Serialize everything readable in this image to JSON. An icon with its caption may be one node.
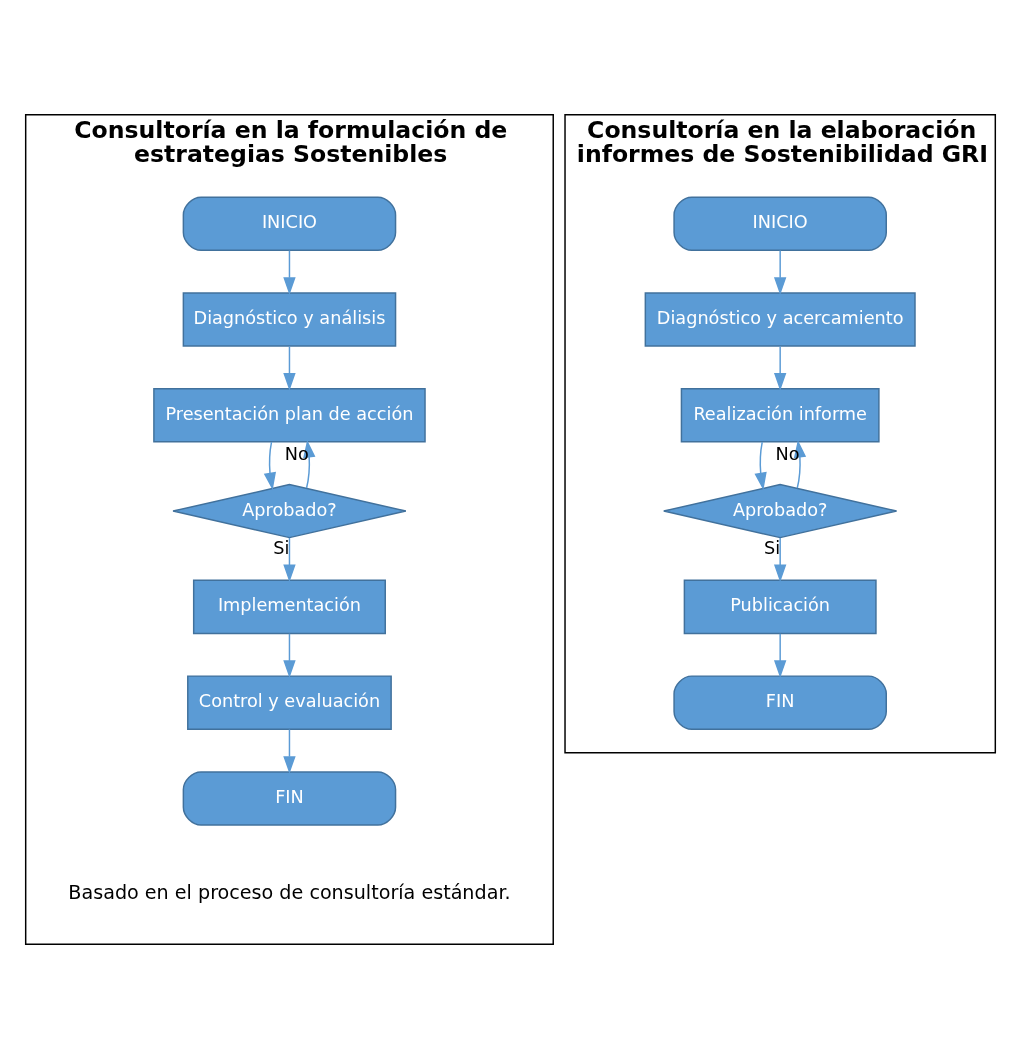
{
  "diagram": {
    "nodes": [
      {
        "text": [
          "Consultoría en la formulación de estrategias Sostenibles"
        ]
      },
      {
        "text": [
          "INICIO"
        ],
        "in": 0
      },
      {
        "text": [
          "Diagnóstico y análisis"
        ],
        "in": 0
      },
      {
        "text": [
          "Presentación plan de acción"
        ],
        "in": 0
      },
      {
        "text": [
          "Aprobado?"
        ],
        "in": 0
      },
      {
        "text": [
          "Implementación"
        ],
        "in": 0
      },
      {
        "text": [
          "Control y evaluación"
        ],
        "in": 0
      },
      {
        "text": [
          "FIN"
        ],
        "in": 0
      },
      {
        "text": [
          "Consultoría en la elaboración informes de Sostenibilidad GRI"
        ]
      },
      {
        "text": [
          "INICIO"
        ],
        "in": 8
      },
      {
        "text": [
          "Diagnóstico y acercamiento"
        ],
        "in": 8
      },
      {
        "text": [
          "Realización informe"
        ],
        "in": 8
      },
      {
        "text": [
          "Aprobado?"
        ],
        "in": 8
      },
      {
        "text": [
          "Publicación"
        ],
        "in": 8
      },
      {
        "text": [
          "FIN"
        ],
        "in": 8
      }
    ],
    "edges": [
      {
        "from": 1,
        "to": 2,
        "arrow": "to"
      },
      {
        "from": 2,
        "to": 3,
        "arrow": "to"
      },
      {
        "from": 3,
        "to": 4,
        "arrow": "to"
      },
      {
        "from": 4,
        "to": 3,
        "arrow": "to",
        "label": "No"
      },
      {
        "from": 4,
        "to": 5,
        "arrow": "to",
        "label": "Si"
      },
      {
        "from": 5,
        "to": 6,
        "arrow": "to"
      },
      {
        "from": 6,
        "to": 7,
        "arrow": "to"
      },
      {
        "from": 9,
        "to": 10,
        "arrow": "to"
      },
      {
        "from": 10,
        "to": 11,
        "arrow": "to"
      },
      {
        "from": 11,
        "to": 12,
        "arrow": "to"
      },
      {
        "from": 12,
        "to": 11,
        "arrow": "to",
        "label": "No"
      },
      {
        "from": 12,
        "to": 13,
        "arrow": "to",
        "label": "Si"
      },
      {
        "from": 13,
        "to": 14,
        "arrow": "to"
      }
    ],
    "labels": [
      "Basado en el proceso de consultoría estándar."
    ]
  }
}
